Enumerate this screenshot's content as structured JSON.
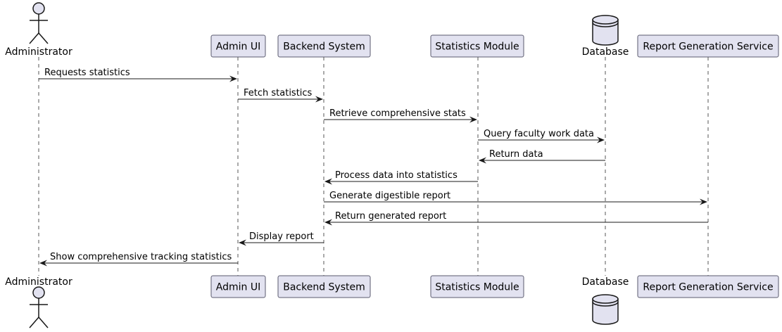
{
  "participants": [
    {
      "id": "administrator",
      "label": "Administrator",
      "kind": "actor"
    },
    {
      "id": "admin-ui",
      "label": "Admin UI",
      "kind": "participant"
    },
    {
      "id": "backend-system",
      "label": "Backend System",
      "kind": "participant"
    },
    {
      "id": "statistics-module",
      "label": "Statistics Module",
      "kind": "participant"
    },
    {
      "id": "database",
      "label": "Database",
      "kind": "database"
    },
    {
      "id": "report-generation-service",
      "label": "Report Generation Service",
      "kind": "participant"
    }
  ],
  "messages": [
    {
      "from": "administrator",
      "to": "admin-ui",
      "label": "Requests statistics"
    },
    {
      "from": "admin-ui",
      "to": "backend-system",
      "label": "Fetch statistics"
    },
    {
      "from": "backend-system",
      "to": "statistics-module",
      "label": "Retrieve comprehensive stats"
    },
    {
      "from": "statistics-module",
      "to": "database",
      "label": "Query faculty work data"
    },
    {
      "from": "database",
      "to": "statistics-module",
      "label": "Return data"
    },
    {
      "from": "statistics-module",
      "to": "backend-system",
      "label": "Process data into statistics"
    },
    {
      "from": "backend-system",
      "to": "report-generation-service",
      "label": "Generate digestible report"
    },
    {
      "from": "report-generation-service",
      "to": "backend-system",
      "label": "Return generated report"
    },
    {
      "from": "backend-system",
      "to": "admin-ui",
      "label": "Display report"
    },
    {
      "from": "admin-ui",
      "to": "administrator",
      "label": "Show comprehensive tracking statistics"
    }
  ],
  "colors": {
    "participant_fill": "#E2E2F0",
    "participant_border": "#5a5a6e",
    "line": "#181818",
    "lifeline": "#555555"
  },
  "icons": {
    "actor": "stick-figure-icon",
    "database": "cylinder-icon"
  }
}
